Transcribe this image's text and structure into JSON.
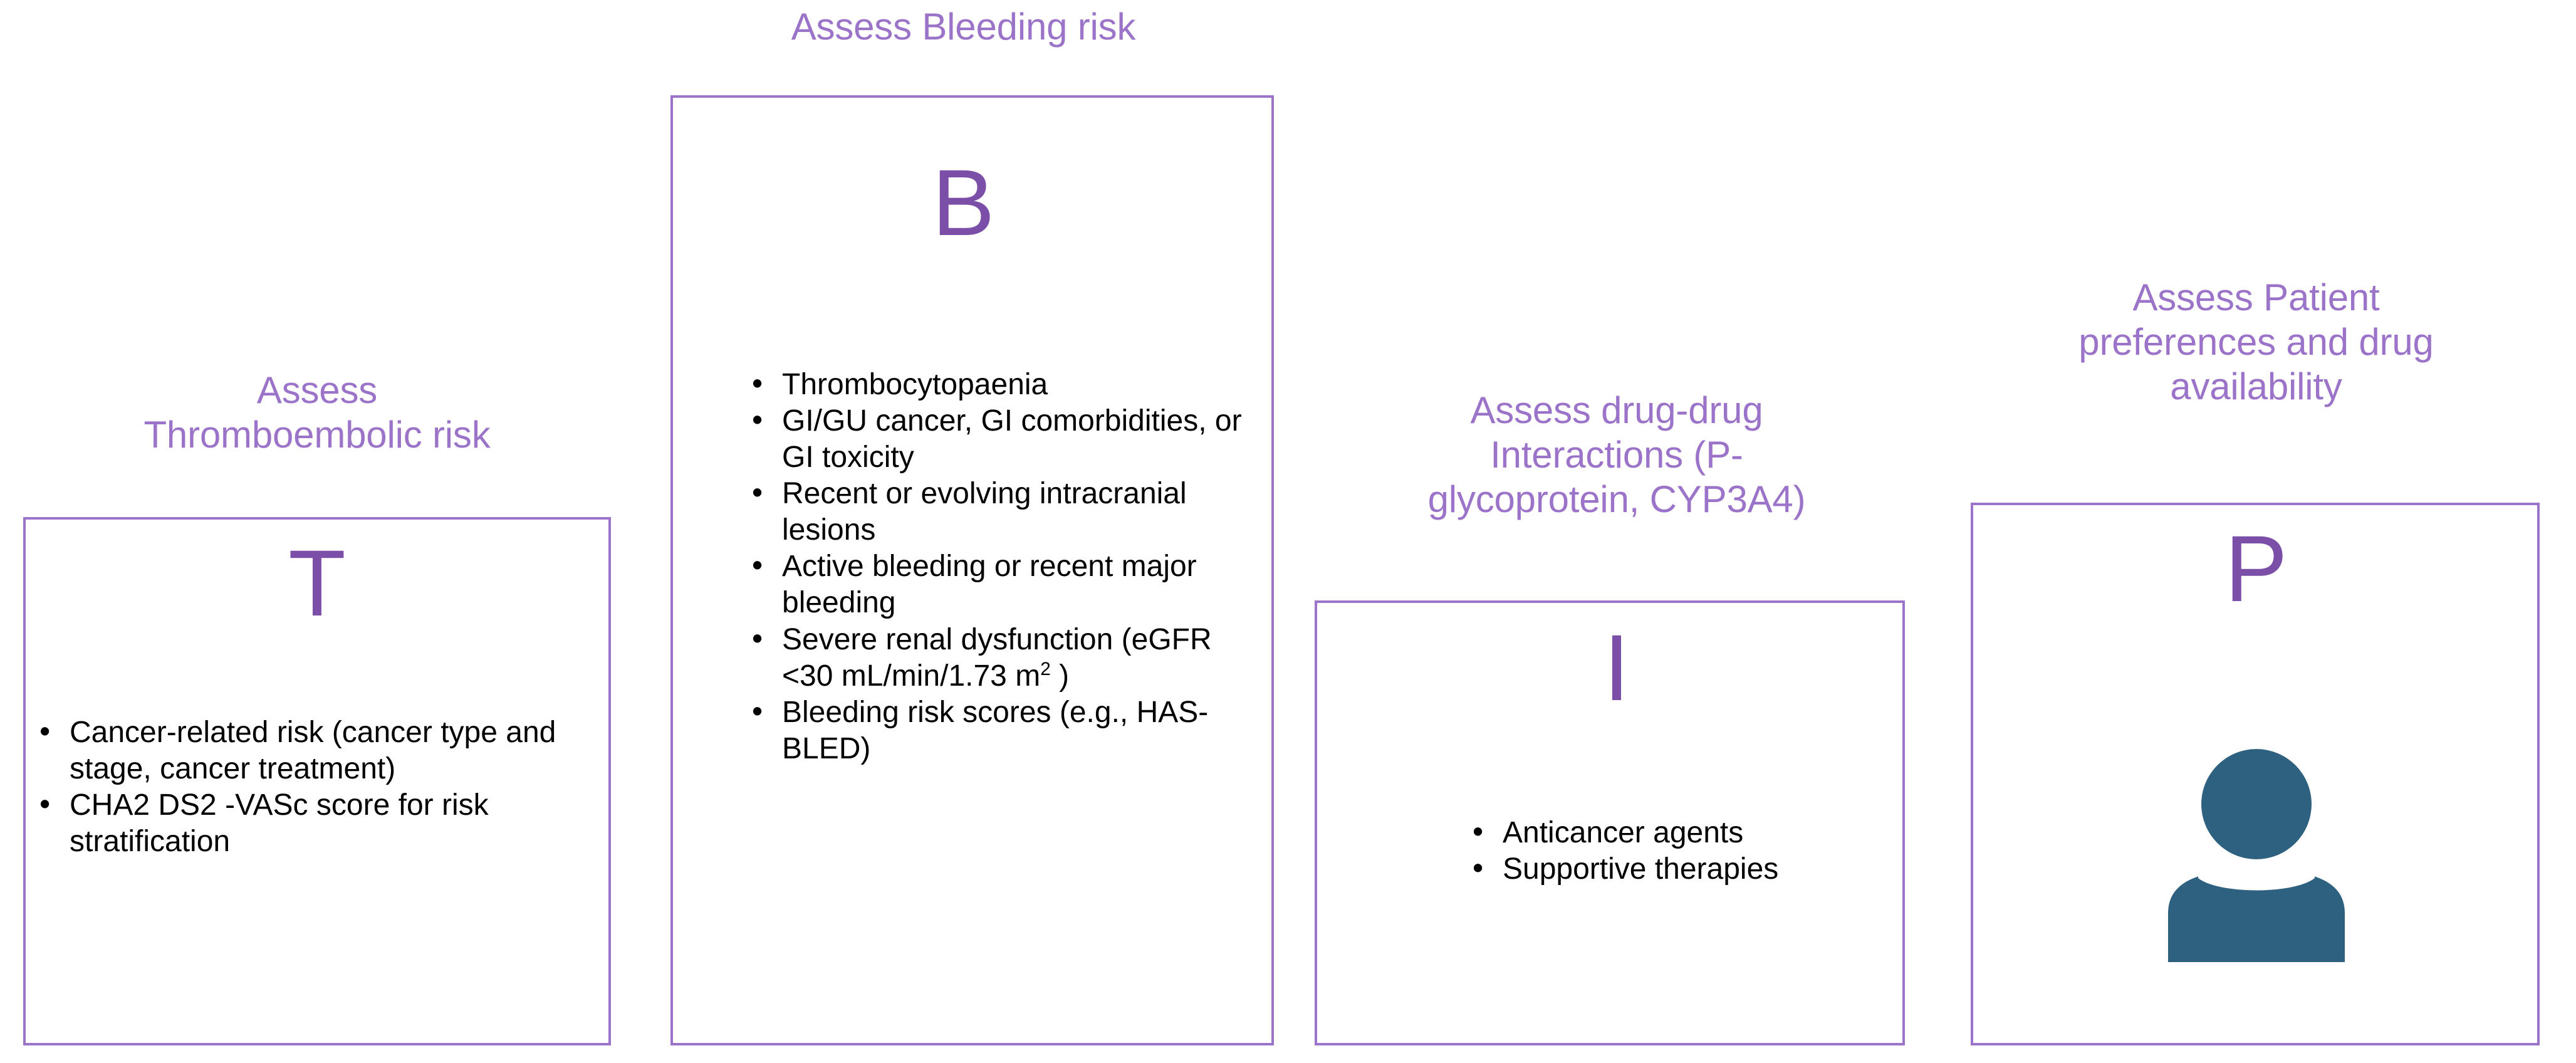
{
  "diagram": {
    "title_letters": "TBIP",
    "colors": {
      "header_purple": "#9b74c9",
      "letter_purple": "#7b4fa8",
      "border_purple": "#9b74c9",
      "bullet_text": "#000000",
      "person_icon_teal": "#2e6180",
      "background": "#ffffff"
    }
  },
  "panels": [
    {
      "key": "t",
      "header": "Assess\nThromboembolic risk",
      "letter": "T",
      "bullets": [
        "Cancer-related risk (cancer type and stage, cancer treatment)",
        "CHA2 DS2 -VASc score for risk stratification"
      ]
    },
    {
      "key": "b",
      "header": "Assess Bleeding risk",
      "letter": "B",
      "bullets": [
        "Thrombocytopaenia",
        "GI/GU cancer, GI comorbidities, or GI toxicity",
        "Recent or evolving intracranial lesions",
        "Active bleeding or recent major bleeding",
        "Severe renal dysfunction (eGFR <30 mL/min/1.73 m2 )",
        " Bleeding risk scores (e.g., HAS-BLED)"
      ],
      "bullet_5_parts": {
        "before_sup": "Severe renal dysfunction (eGFR <30 mL/min/1.73 m",
        "sup": "2",
        "after_sup": " )"
      }
    },
    {
      "key": "i",
      "header": "Assess drug-drug\nInteractions (P-\nglycoprotein, CYP3A4)",
      "letter": "I",
      "bullets": [
        "Anticancer agents",
        "Supportive therapies"
      ]
    },
    {
      "key": "p",
      "header": "Assess Patient\npreferences and drug\navailability",
      "letter": "P",
      "bullets": [],
      "icon": "person-icon"
    }
  ]
}
